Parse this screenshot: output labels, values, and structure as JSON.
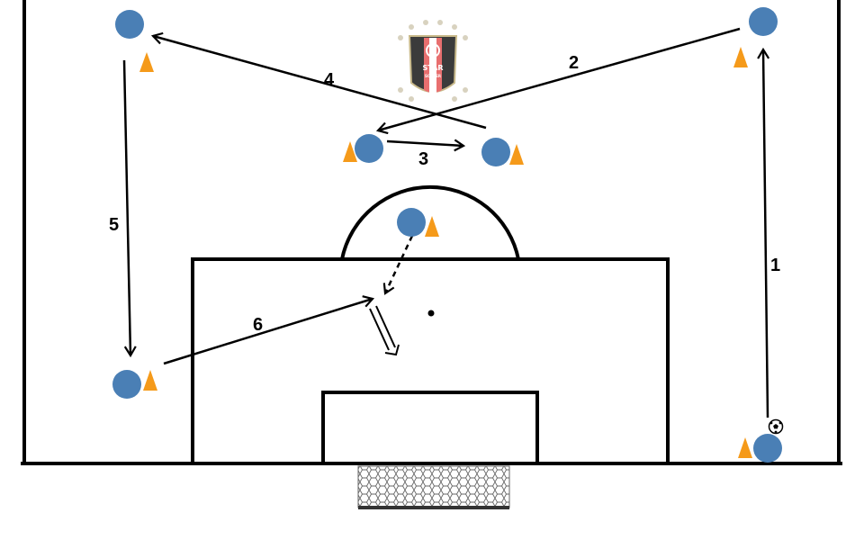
{
  "diagram": {
    "pass_labels": [
      "1",
      "2",
      "3",
      "4",
      "5",
      "6"
    ],
    "colors": {
      "player": "#4a7fb5",
      "cone": "#f59a1a",
      "lines": "#000000",
      "net": "#555555"
    }
  },
  "logo": {
    "text": "STAR",
    "subtext": "SOCCER"
  }
}
